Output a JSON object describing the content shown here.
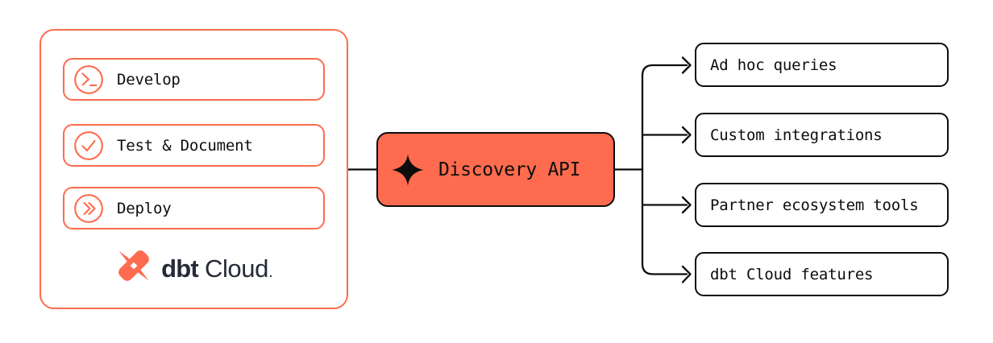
{
  "colors": {
    "accent": "#ff6b4e",
    "ink": "#0d0d0d",
    "navy": "#262a38",
    "background": "#ffffff"
  },
  "dbt_cloud_panel": {
    "stages": [
      {
        "label": "Develop",
        "icon": "terminal-prompt-icon"
      },
      {
        "label": "Test & Document",
        "icon": "check-circle-icon"
      },
      {
        "label": "Deploy",
        "icon": "double-chevron-right-icon"
      }
    ],
    "logo": {
      "brand_bold": "dbt",
      "brand_regular": "Cloud",
      "trademark_dot": "."
    }
  },
  "hub": {
    "label": "Discovery API",
    "icon": "sparkle-icon"
  },
  "outputs": [
    {
      "label": "Ad hoc queries"
    },
    {
      "label": "Custom integrations"
    },
    {
      "label": "Partner ecosystem tools"
    },
    {
      "label": "dbt Cloud features"
    }
  ]
}
